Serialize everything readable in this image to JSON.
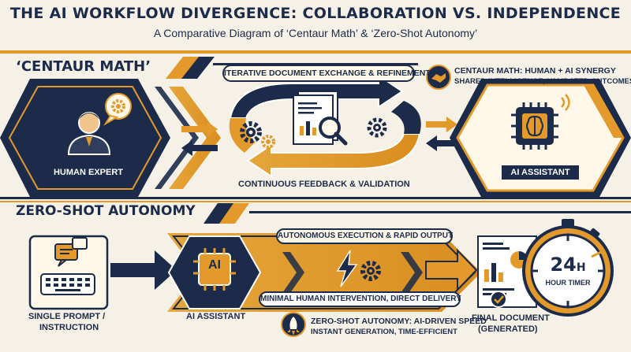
{
  "header": {
    "title": "THE AI WORKFLOW DIVERGENCE: COLLABORATION VS. INDEPENDENCE",
    "subtitle": "A Comparative Diagram of ‘Centaur Math’ & ‘Zero-Shot Autonomy’"
  },
  "centaur": {
    "section_label": "‘CENTAUR MATH’",
    "exchange_pill": "ITERATIVE DOCUMENT EXCHANGE & REFINEMENT",
    "feedback_caption": "CONTINUOUS FEEDBACK & VALIDATION",
    "human_label": "HUMAN EXPERT",
    "ai_label": "AI ASSISTANT",
    "synergy_title": "CENTAUR MATH: HUMAN + AI SYNERGY",
    "synergy_sub": "SHARED INTELLIGENCE, VALIDATED OUTCOMES"
  },
  "zeroshot": {
    "section_label": "ZERO-SHOT AUTONOMY",
    "execution_pill": "AUTONOMOUS EXECUTION & RAPID OUTPUT",
    "intervention_pill": "MINIMAL HUMAN INTERVENTION, DIRECT DELIVERY",
    "prompt_label_line1": "SINGLE PROMPT /",
    "prompt_label_line2": "INSTRUCTION",
    "ai_label": "AI ASSISTANT",
    "ai_chip_text": "AI",
    "final_label_line1": "FINAL DOCUMENT",
    "final_label_line2": "(GENERATED)",
    "timer_big": "24",
    "timer_unit": "H",
    "timer_caption": "HOUR TIMER",
    "speed_title": "ZERO-SHOT AUTONOMY: AI-DRIVEN SPEED",
    "speed_sub": "INSTANT GENERATION, TIME-EFFICIENT"
  },
  "colors": {
    "navy": "#1c2b4a",
    "gold": "#e39a2a",
    "cream": "#f6f1e6"
  },
  "icons": [
    "person-icon",
    "gear-icon",
    "document-icon",
    "magnifier-icon",
    "handshake-icon",
    "ai-chip-icon",
    "chat-icon",
    "keyboard-icon",
    "lightning-icon",
    "rocket-icon",
    "stopwatch-icon",
    "chart-document-icon",
    "checkmark-icon"
  ]
}
